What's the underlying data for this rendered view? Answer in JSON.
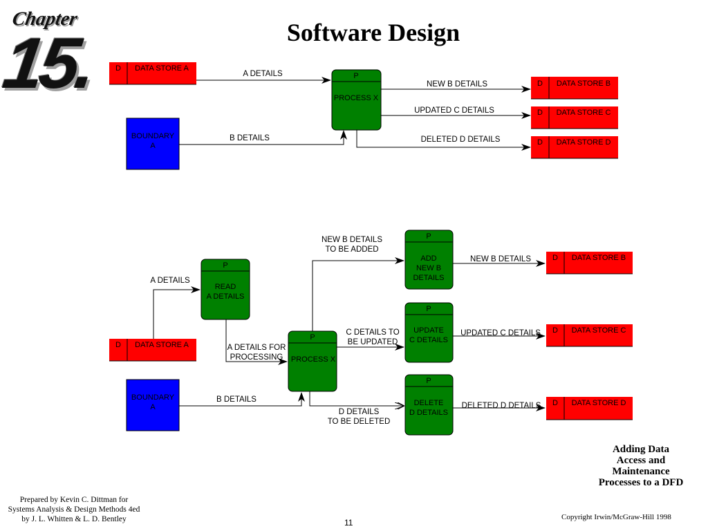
{
  "header": {
    "chapter_word": "Chapter",
    "chapter_number": "15.",
    "title": "Software Design"
  },
  "top_diagram": {
    "data_store_a": {
      "tag": "D",
      "name": "DATA STORE A"
    },
    "boundary_a": {
      "line1": "BOUNDARY",
      "line2": "A"
    },
    "process_x": {
      "tag": "P",
      "name": "PROCESS X"
    },
    "data_store_b": {
      "tag": "D",
      "name": "DATA STORE B"
    },
    "data_store_c": {
      "tag": "D",
      "name": "DATA STORE C"
    },
    "data_store_d": {
      "tag": "D",
      "name": "DATA STORE D"
    },
    "flow_a_details": "A DETAILS",
    "flow_b_details": "B DETAILS",
    "flow_new_b": "NEW B DETAILS",
    "flow_updated_c": "UPDATED C DETAILS",
    "flow_deleted_d": "DELETED D DETAILS"
  },
  "bottom_diagram": {
    "data_store_a": {
      "tag": "D",
      "name": "DATA STORE A"
    },
    "boundary_a": {
      "line1": "BOUNDARY",
      "line2": "A"
    },
    "read_process": {
      "tag": "P",
      "line1": "READ",
      "line2": "A DETAILS"
    },
    "process_x": {
      "tag": "P",
      "name": "PROCESS X"
    },
    "add_process": {
      "tag": "P",
      "line1": "ADD",
      "line2": "NEW B",
      "line3": "DETAILS"
    },
    "update_process": {
      "tag": "P",
      "line1": "UPDATE",
      "line2": "C DETAILS"
    },
    "delete_process": {
      "tag": "P",
      "line1": "DELETE",
      "line2": "D DETAILS"
    },
    "data_store_b": {
      "tag": "D",
      "name": "DATA STORE B"
    },
    "data_store_c": {
      "tag": "D",
      "name": "DATA STORE C"
    },
    "data_store_d": {
      "tag": "D",
      "name": "DATA STORE D"
    },
    "flow_a_details": "A DETAILS",
    "flow_a_for_processing_1": "A DETAILS FOR",
    "flow_a_for_processing_2": "PROCESSING",
    "flow_b_details": "B DETAILS",
    "flow_new_b_added_1": "NEW B DETAILS",
    "flow_new_b_added_2": "TO BE ADDED",
    "flow_c_updated_1": "C DETAILS TO",
    "flow_c_updated_2": "BE UPDATED",
    "flow_d_deleted_1": "D DETAILS",
    "flow_d_deleted_2": "TO BE DELETED",
    "flow_new_b": "NEW B DETAILS",
    "flow_updated_c": "UPDATED C DETAILS",
    "flow_deleted_d": "DELETED D DETAILS"
  },
  "caption": {
    "line1": "Adding Data",
    "line2": "Access and",
    "line3": "Maintenance",
    "line4": "Processes to a DFD"
  },
  "footer": {
    "credit_line1": "Prepared by Kevin C. Dittman for",
    "credit_line2": "Systems Analysis & Design Methods 4ed",
    "credit_line3": "by J. L. Whitten & L. D. Bentley",
    "page_number": "11",
    "copyright": "Copyright Irwin/McGraw-Hill 1998"
  },
  "colors": {
    "data_store": "#ff0000",
    "process": "#008000",
    "boundary": "#0000ff"
  }
}
